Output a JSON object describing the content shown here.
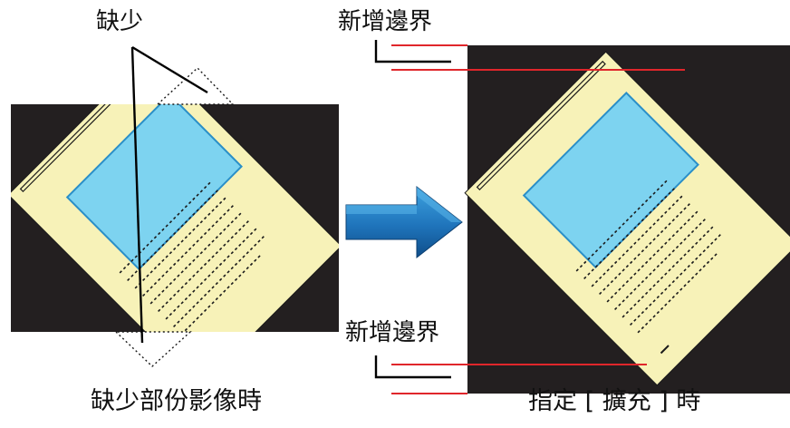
{
  "labels": {
    "missing": "缺少",
    "new_border_top": "新增邊界",
    "new_border_bottom": "新增邊界"
  },
  "captions": {
    "left": "缺少部份影像時",
    "right": "指定 [ 擴充 ] 時"
  },
  "colors": {
    "background_dark": "#231f20",
    "paper": "#f7f2b8",
    "photo": "#7dd3f0",
    "photo_border": "#2a8fc8",
    "border_line": "#e0262b",
    "arrow_light": "#2f8fd0",
    "arrow_dark": "#0f4e8a"
  },
  "icons": {
    "process_arrow": "right-arrow-icon"
  }
}
